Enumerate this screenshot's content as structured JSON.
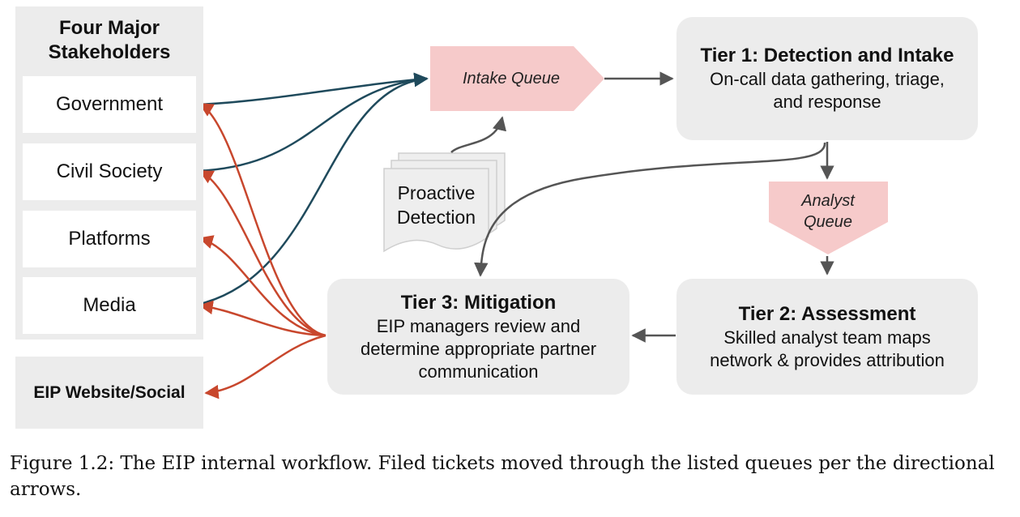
{
  "stakeholders": {
    "title": "Four Major Stakeholders",
    "items": [
      "Government",
      "Civil Society",
      "Platforms",
      "Media"
    ]
  },
  "website": {
    "label": "EIP Website/Social"
  },
  "queues": {
    "intake": "Intake Queue",
    "analyst": "Analyst Queue"
  },
  "proactive": {
    "label": "Proactive Detection"
  },
  "tiers": {
    "tier1": {
      "title": "Tier 1: Detection and Intake",
      "body": "On-call data gathering, triage, and response"
    },
    "tier2": {
      "title": "Tier 2: Assessment",
      "body": "Skilled analyst team maps network & provides attribution"
    },
    "tier3": {
      "title": "Tier 3: Mitigation",
      "body": "EIP managers review and determine appropriate partner communication"
    }
  },
  "caption": "Figure 1.2: The EIP internal workflow. Filed tickets moved through the listed queues per the directional arrows.",
  "colors": {
    "inbound_arrow": "#1f4a5c",
    "outbound_arrow": "#c8472d",
    "flow_arrow": "#555555",
    "queue_fill": "#f6caca",
    "box_fill": "#ececec"
  }
}
